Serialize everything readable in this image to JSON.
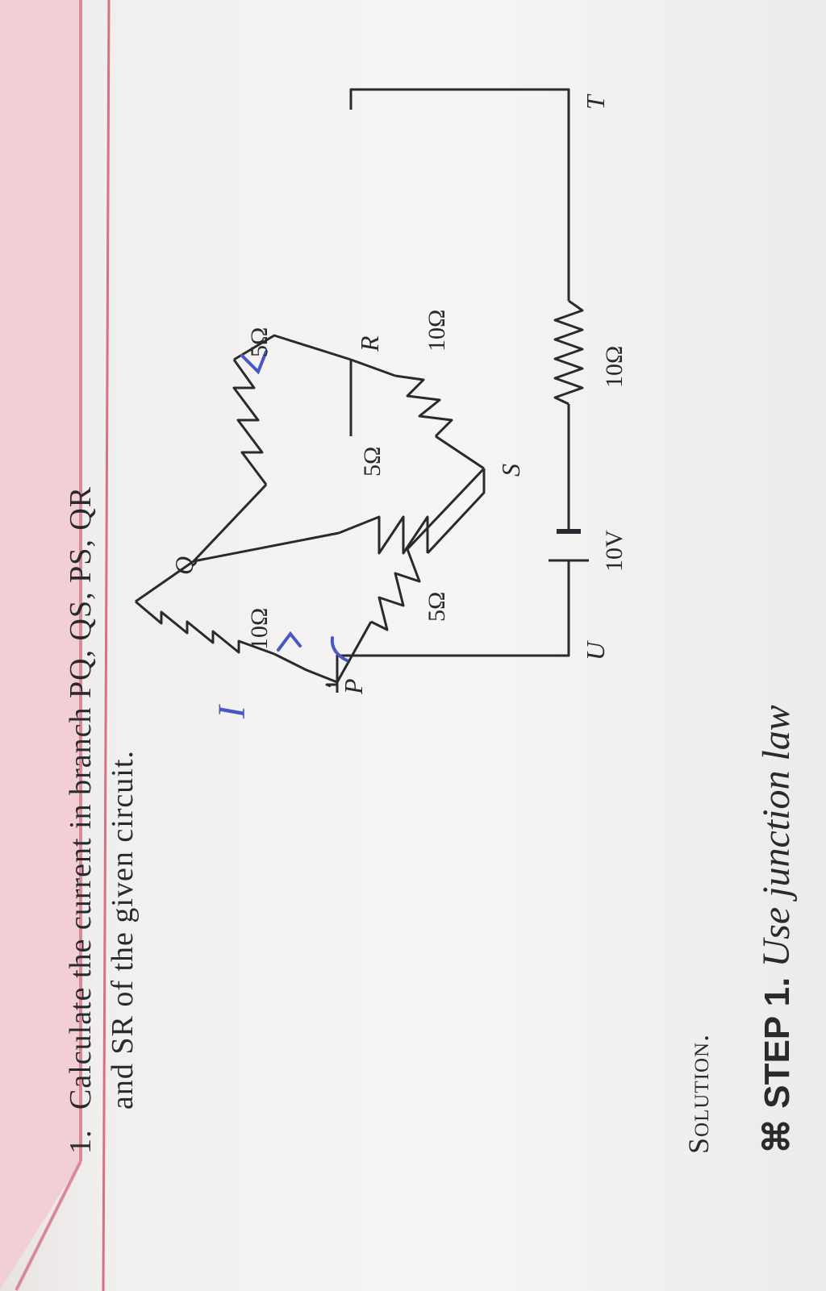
{
  "question": {
    "number": "1.",
    "line1_text": "Calculate the current in branch PQ, QS, PS, QR",
    "line2_text": "and SR of the given circuit."
  },
  "circuit": {
    "nodes": {
      "P": "P",
      "Q": "Q",
      "R": "R",
      "S": "S",
      "T": "T",
      "U": "U"
    },
    "labels": {
      "PQ": "10Ω",
      "QR": "5Ω",
      "QS": "5Ω",
      "PS": "5Ω",
      "SR": "10Ω",
      "UT": "10Ω",
      "battery": "10V"
    },
    "handwritten": "I"
  },
  "solution": {
    "heading": "Solution.",
    "step_label": "⌘ STEP 1.",
    "step_text": "Use junction law"
  },
  "colors": {
    "banner": "#f1cfd5",
    "rule": "#d96f80",
    "ink": "#2a2a2e",
    "pen": "#4a56c2"
  }
}
